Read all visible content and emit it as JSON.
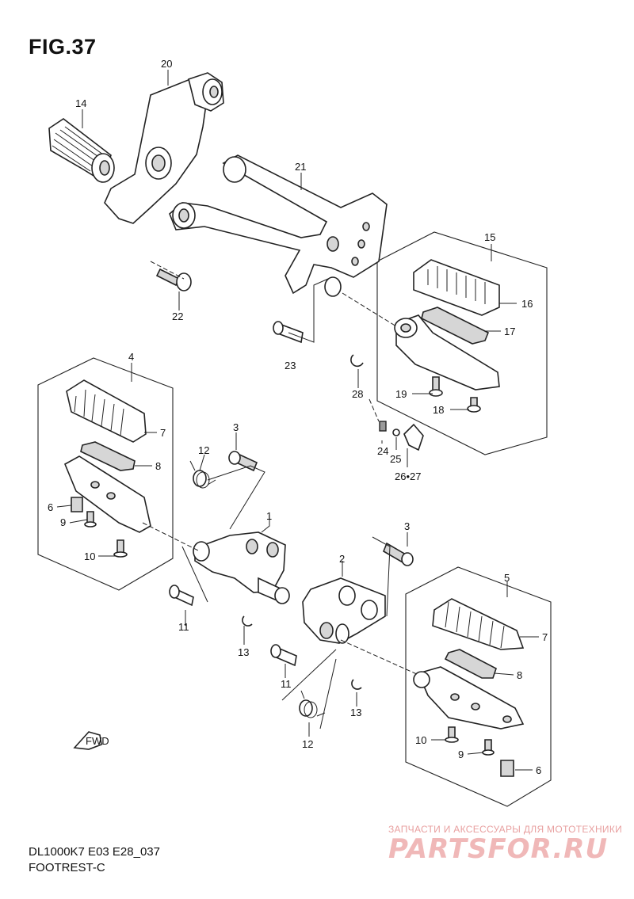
{
  "figure_title": "FIG.37",
  "footer": {
    "code": "DL1000K7 E03 E28_037",
    "name": "FOOTREST-C"
  },
  "watermark": {
    "tagline": "ЗАПЧАСТИ И АКСЕССУАРЫ ДЛЯ МОТОТЕХНИКИ",
    "logo": "PARTSFOR.RU"
  },
  "fwd_label": "FWD",
  "callouts": {
    "c1": "1",
    "c2": "2",
    "c3a": "3",
    "c3b": "3",
    "c4": "4",
    "c5": "5",
    "c6a": "6",
    "c6b": "6",
    "c7a": "7",
    "c7b": "7",
    "c8a": "8",
    "c8b": "8",
    "c9a": "9",
    "c9b": "9",
    "c10a": "10",
    "c10b": "10",
    "c11a": "11",
    "c11b": "11",
    "c12a": "12",
    "c12b": "12",
    "c13a": "13",
    "c13b": "13",
    "c14": "14",
    "c15": "15",
    "c16": "16",
    "c17": "17",
    "c18": "18",
    "c19": "19",
    "c20": "20",
    "c21": "21",
    "c22": "22",
    "c23": "23",
    "c24": "24",
    "c25": "25",
    "c26": "26•27",
    "c28": "28"
  },
  "colors": {
    "ink": "#222222",
    "watermark": "#f0b8b8"
  }
}
